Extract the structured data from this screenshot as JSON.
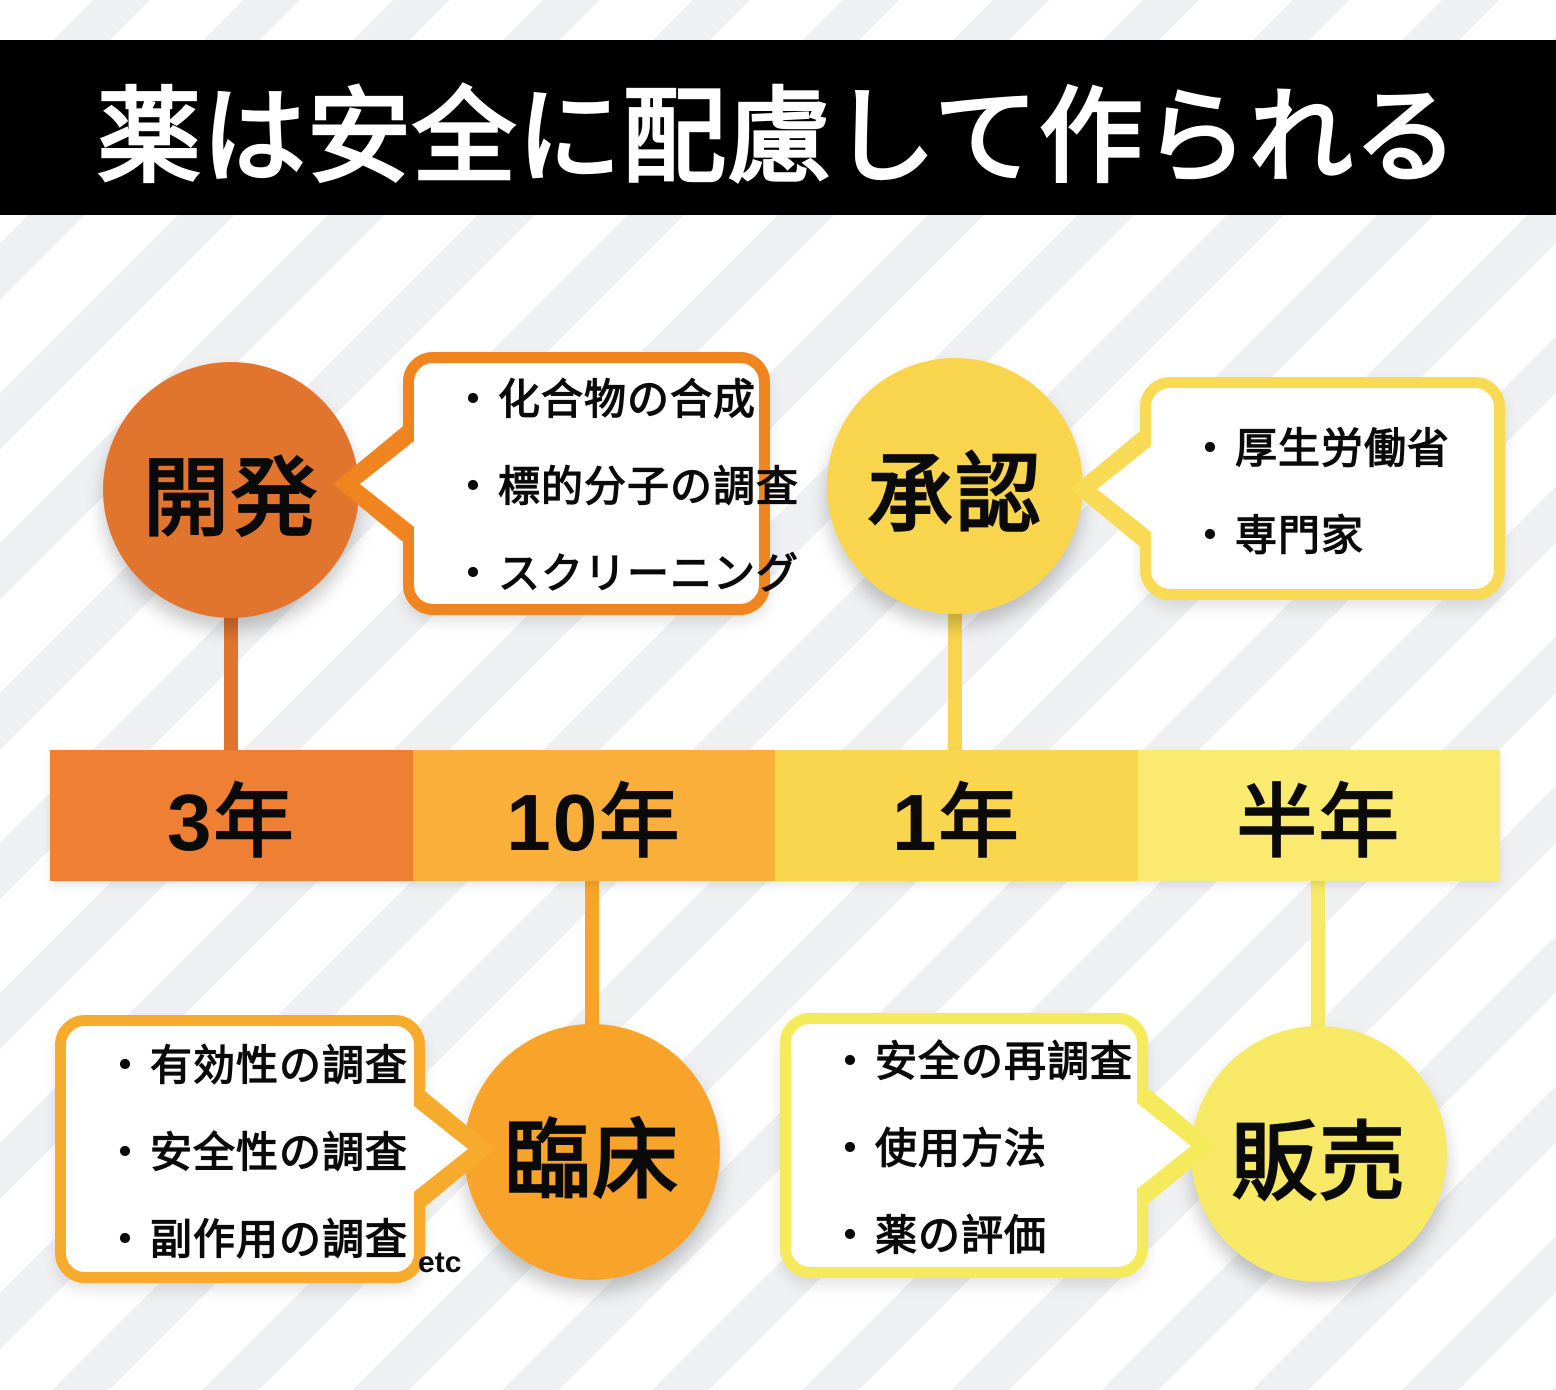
{
  "title": "薬は安全に配慮して作られる",
  "ui": {
    "bullet": "・",
    "etc": "etc"
  },
  "stages": [
    {
      "id": "development",
      "label": "開発",
      "duration": "3年",
      "bubble_items": [
        "化合物の合成",
        "標的分子の調査",
        "スクリーニング"
      ],
      "colors": {
        "circle": "#e2752e",
        "bar": "#ee7f33",
        "bubble_border": "#f0851f"
      }
    },
    {
      "id": "clinical",
      "label": "臨床",
      "duration": "10年",
      "bubble_items": [
        "有効性の調査",
        "安全性の調査",
        "副作用の調査"
      ],
      "colors": {
        "circle": "#f8a42a",
        "bar": "#faaf3b",
        "bubble_border": "#f6ab2d"
      }
    },
    {
      "id": "approval",
      "label": "承認",
      "duration": "1年",
      "bubble_items": [
        "厚生労働省",
        "専門家"
      ],
      "colors": {
        "circle": "#f9d54e",
        "bar": "#fad54e",
        "bubble_border": "#f8da55"
      }
    },
    {
      "id": "sales",
      "label": "販売",
      "duration": "半年",
      "bubble_items": [
        "安全の再調査",
        "使用方法",
        "薬の評価"
      ],
      "colors": {
        "circle": "#f7e966",
        "bar": "#fbea70",
        "bubble_border": "#f5e95c"
      }
    }
  ],
  "background": {
    "base": "#ffffff",
    "stripe": "#eff0f2",
    "banner": "#000000",
    "title_text": "#ffffff",
    "body_text": "#0a0a0a"
  }
}
